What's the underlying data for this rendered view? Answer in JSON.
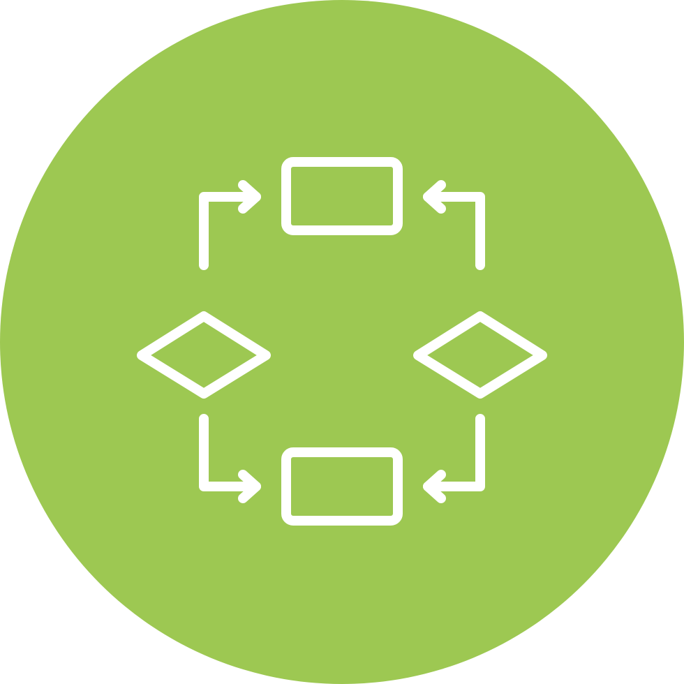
{
  "icon": {
    "name": "flowchart-icon",
    "background_color": "#9DC852",
    "stroke_color": "#FFFFFF",
    "shapes": [
      "process-box-top",
      "process-box-bottom",
      "decision-diamond-left",
      "decision-diamond-right"
    ],
    "connectors": [
      "arrow-left-to-top",
      "arrow-right-to-top",
      "arrow-left-to-bottom",
      "arrow-right-to-bottom"
    ]
  }
}
